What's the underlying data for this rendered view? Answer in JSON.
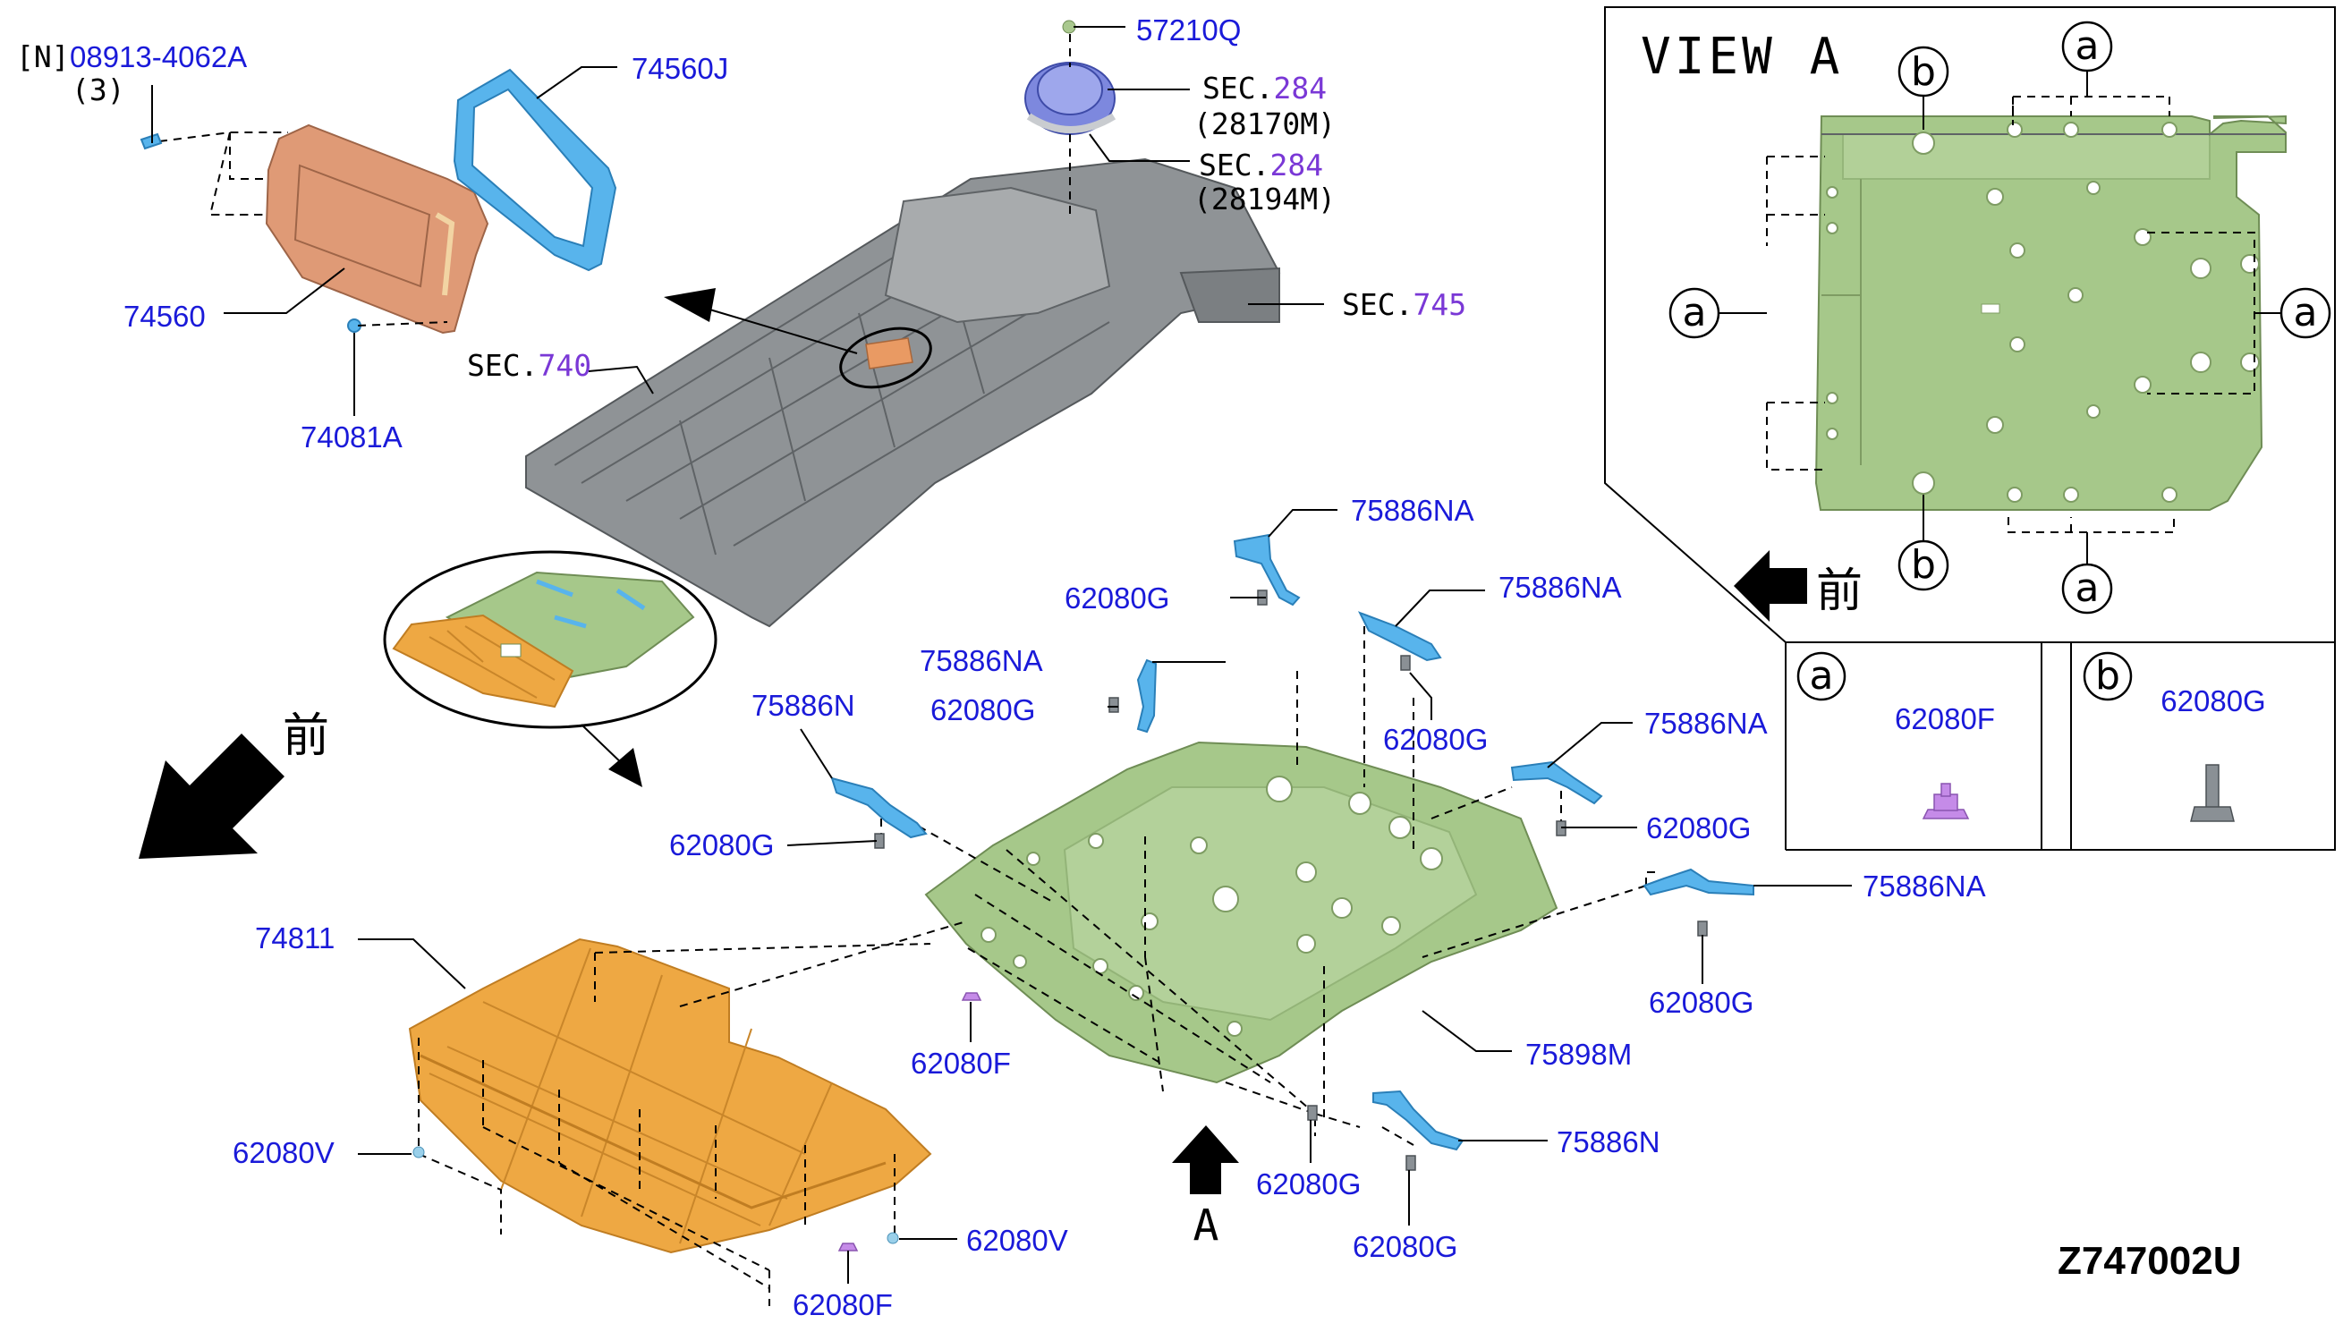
{
  "diagram_code": "Z747002U",
  "view_a": {
    "title": "VIEW A",
    "front_label": "前"
  },
  "callout_letters": {
    "a": "a",
    "b": "b"
  },
  "legend": {
    "a_part": "62080F",
    "b_part": "62080G"
  },
  "main": {
    "front_label": "前",
    "view_arrow_label": "A"
  },
  "sections": [
    {
      "prefix": "SEC.",
      "number": "284",
      "sub": "(28170M)"
    },
    {
      "prefix": "SEC.",
      "number": "284",
      "sub": "(28194M)"
    },
    {
      "prefix": "SEC.",
      "number": "745"
    },
    {
      "prefix": "SEC.",
      "number": "740"
    }
  ],
  "parts": {
    "p57210q": "57210Q",
    "p74560j": "74560J",
    "p08913": "08913-4062A",
    "p08913_prefix": "[N]",
    "p08913_qty": "(3)",
    "p74560": "74560",
    "p74081a": "74081A",
    "p75886na_1": "75886NA",
    "p62080g_1": "62080G",
    "p75886na_2": "75886NA",
    "p62080g_2": "62080G",
    "p75886na_3": "75886NA",
    "p62080g_3": "62080G",
    "p75886n_1": "75886N",
    "p62080g_4": "62080G",
    "p75886na_4": "75886NA",
    "p62080g_5": "62080G",
    "p75886na_5": "75886NA",
    "p62080g_6": "62080G",
    "p74811": "74811",
    "p62080f_1": "62080F",
    "p75898m": "75898M",
    "p62080v_1": "62080V",
    "p75886n_2": "75886N",
    "p62080g_7": "62080G",
    "p62080g_8": "62080G",
    "p62080v_2": "62080V",
    "p62080f_2": "62080F"
  }
}
